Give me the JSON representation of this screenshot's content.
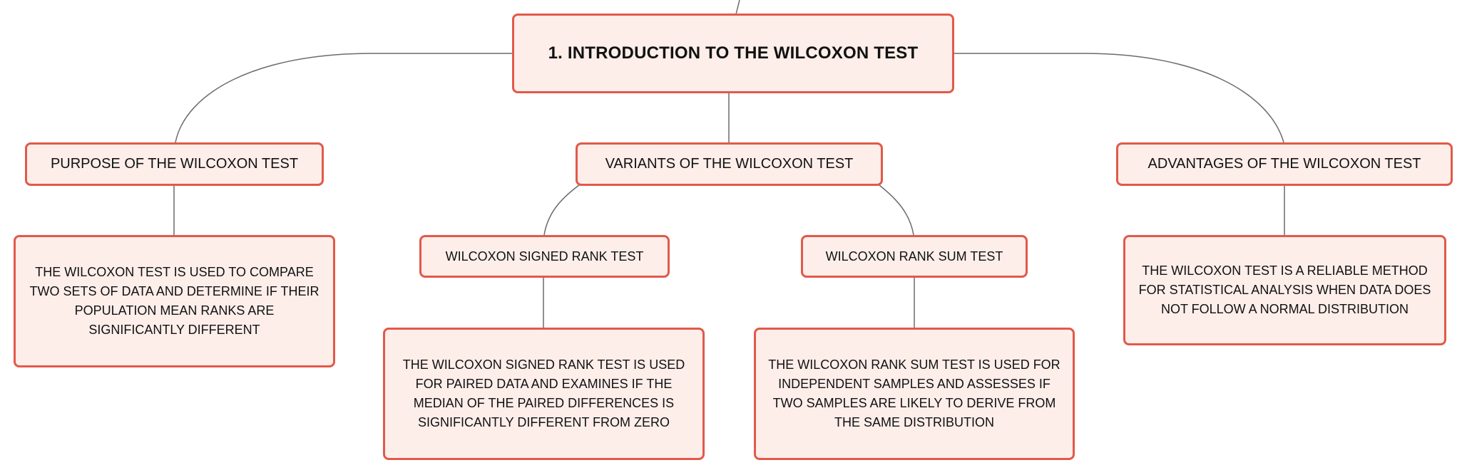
{
  "root": {
    "title": "1. INTRODUCTION TO THE WILCOXON TEST"
  },
  "branches": {
    "purpose": {
      "label": "PURPOSE OF THE WILCOXON TEST",
      "detail": "THE WILCOXON TEST IS USED TO COMPARE TWO SETS OF DATA AND DETERMINE IF THEIR POPULATION MEAN RANKS ARE SIGNIFICANTLY DIFFERENT"
    },
    "variants": {
      "label": "VARIANTS OF THE WILCOXON TEST",
      "signed_rank": {
        "label": "WILCOXON SIGNED RANK TEST",
        "detail": "THE WILCOXON SIGNED RANK TEST IS USED FOR PAIRED DATA AND EXAMINES IF THE MEDIAN OF THE PAIRED DIFFERENCES IS SIGNIFICANTLY DIFFERENT FROM ZERO"
      },
      "rank_sum": {
        "label": "WILCOXON RANK SUM TEST",
        "detail": "THE WILCOXON RANK SUM TEST IS USED FOR INDEPENDENT SAMPLES AND ASSESSES IF TWO SAMPLES ARE LIKELY TO DERIVE FROM THE SAME DISTRIBUTION"
      }
    },
    "advantages": {
      "label": "ADVANTAGES OF THE WILCOXON TEST",
      "detail": "THE WILCOXON TEST IS A RELIABLE METHOD FOR STATISTICAL ANALYSIS WHEN DATA DOES NOT FOLLOW A NORMAL DISTRIBUTION"
    }
  },
  "colors": {
    "node_fill": "#fdeeea",
    "node_border": "#e2594a",
    "connector": "#6b6b6b",
    "text": "#111111"
  }
}
